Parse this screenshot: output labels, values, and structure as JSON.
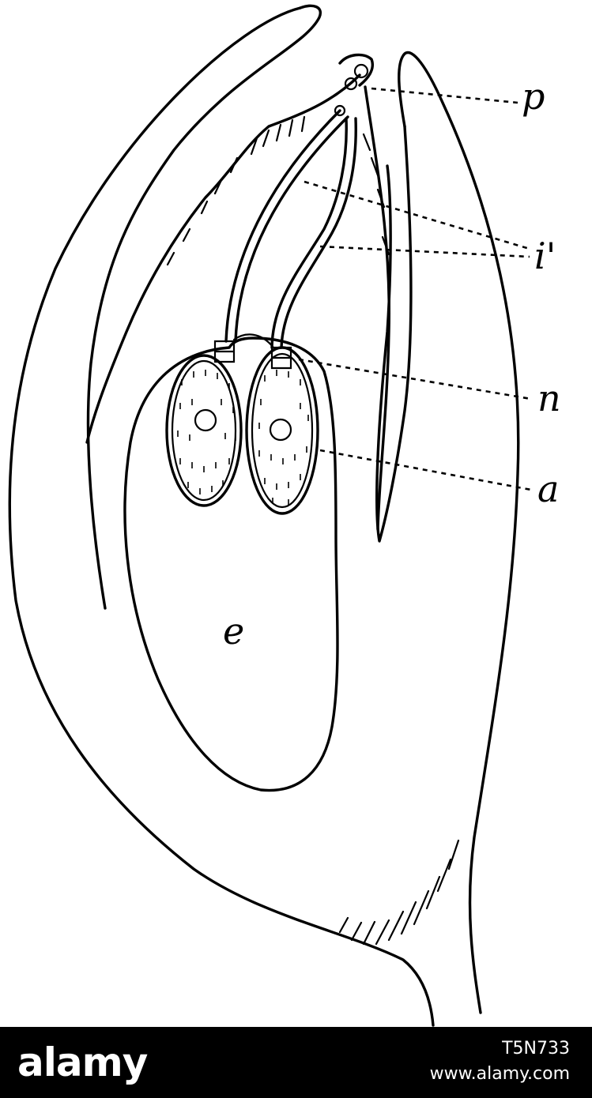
{
  "figure": {
    "labels": {
      "p": "p",
      "i": "i'",
      "n": "n",
      "a": "a",
      "e": "e"
    }
  },
  "footer": {
    "brand": "alamy",
    "image_id": "T5N733",
    "site": "www.alamy.com"
  },
  "colors": {
    "ink": "#000000",
    "paper": "#ffffff",
    "footer_bg": "#000000",
    "footer_text": "#ffffff"
  }
}
